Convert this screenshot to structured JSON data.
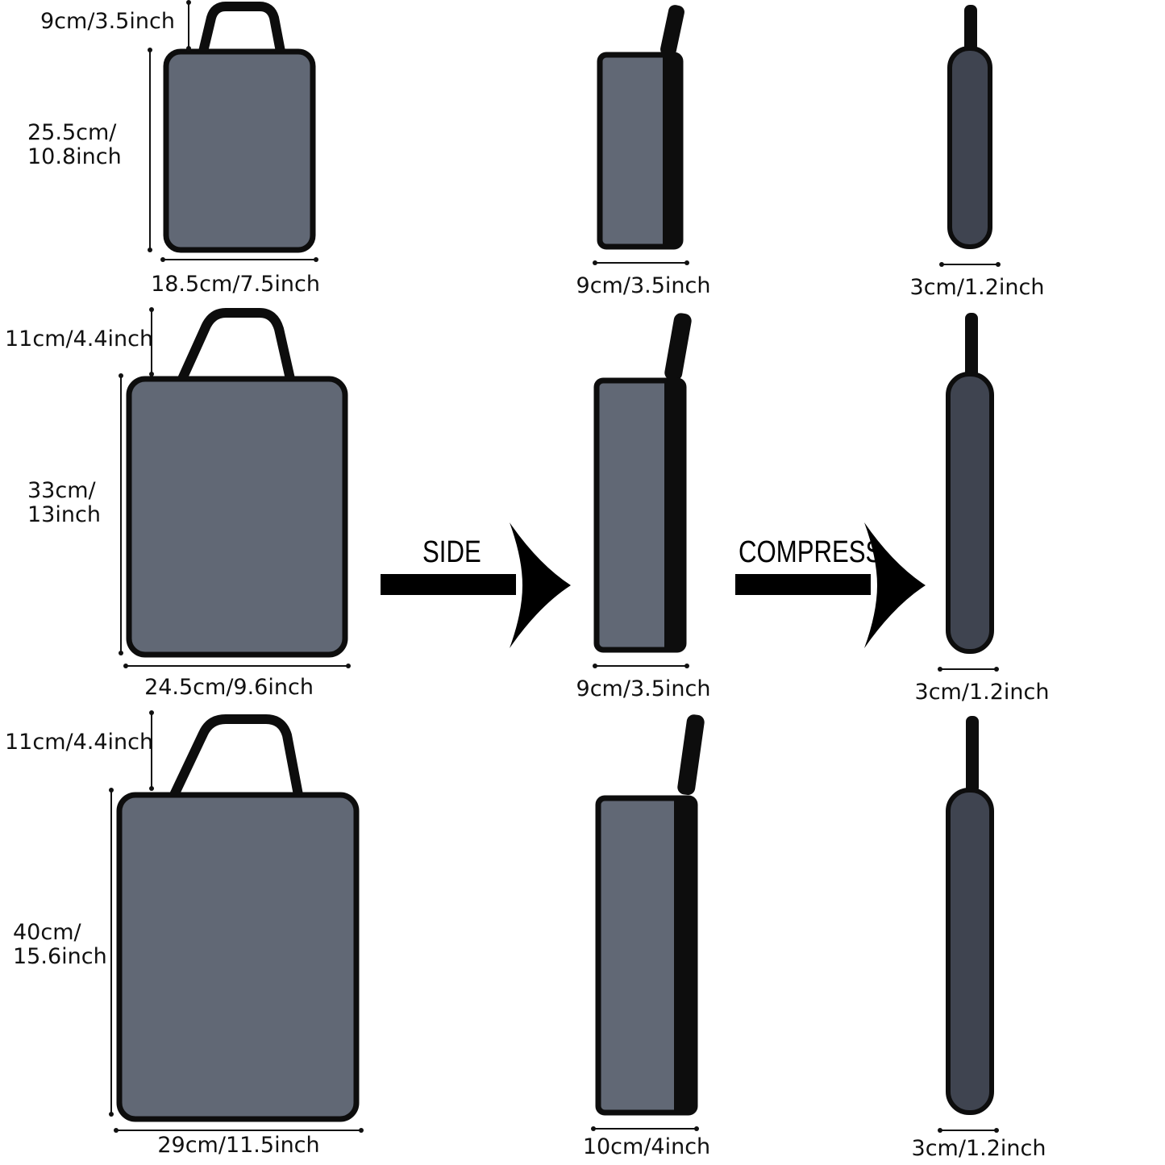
{
  "colors": {
    "bag_body": "#616875",
    "bag_compressed": "#3f4450",
    "trim": "#0d0d0d",
    "background": "#ffffff"
  },
  "arrows": {
    "side": "SIDE",
    "compress": "COMPRESS"
  },
  "rows": [
    {
      "front": {
        "handle_height": "9cm/3.5inch",
        "height_line1": "25.5cm/",
        "height_line2": "10.8inch",
        "width": "18.5cm/7.5inch"
      },
      "side": {
        "depth": "9cm/3.5inch"
      },
      "compressed": {
        "depth": "3cm/1.2inch"
      }
    },
    {
      "front": {
        "handle_height": "11cm/4.4inch",
        "height_line1": "33cm/",
        "height_line2": "13inch",
        "width": "24.5cm/9.6inch"
      },
      "side": {
        "depth": "9cm/3.5inch"
      },
      "compressed": {
        "depth": "3cm/1.2inch"
      }
    },
    {
      "front": {
        "handle_height": "11cm/4.4inch",
        "height_line1": "40cm/",
        "height_line2": "15.6inch",
        "width": "29cm/11.5inch"
      },
      "side": {
        "depth": "10cm/4inch"
      },
      "compressed": {
        "depth": "3cm/1.2inch"
      }
    }
  ]
}
